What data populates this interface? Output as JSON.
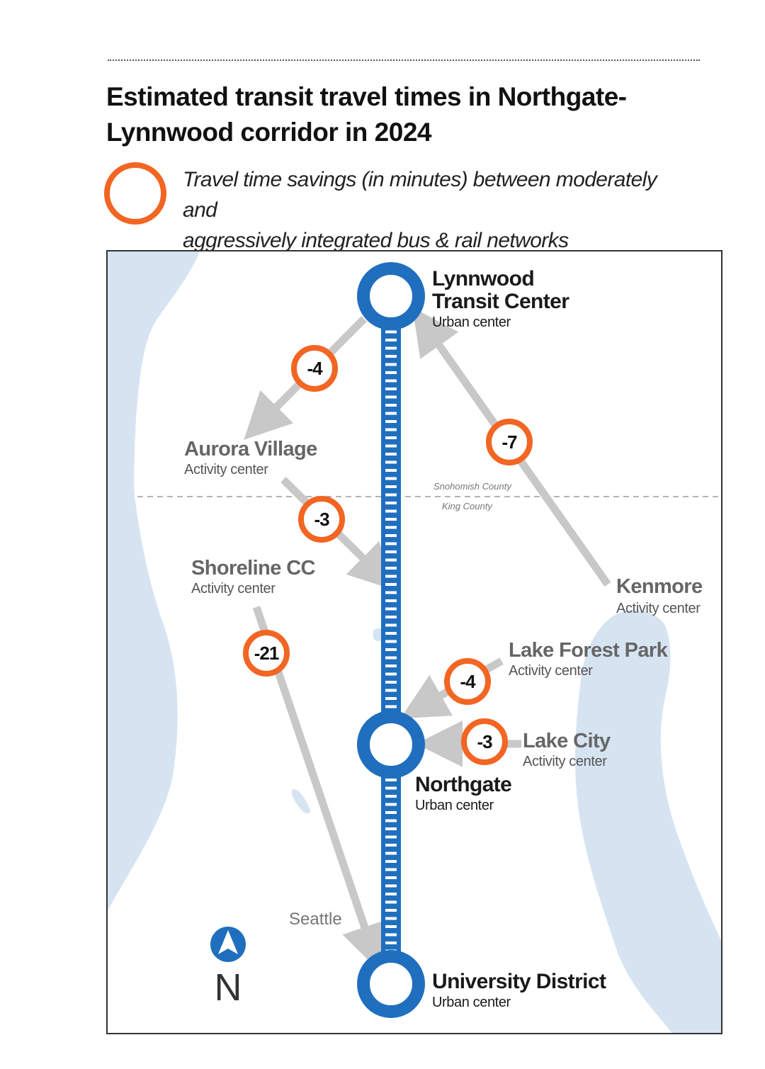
{
  "title_line1": "Estimated transit travel times in Northgate-",
  "title_line2": "Lynnwood corridor in 2024",
  "legend": {
    "line1": "Travel time savings (in minutes) between moderately and",
    "line2": "aggressively integrated bus & rail networks",
    "ring_color": "#f26522"
  },
  "colors": {
    "rail": "#1f6fbe",
    "water": "#d6e4f2",
    "badge": "#f26522",
    "connector": "#c8c8c8"
  },
  "stations": [
    {
      "name_line1": "Lynnwood",
      "name_line2": "Transit Center",
      "type": "Urban center"
    },
    {
      "name": "Northgate",
      "type": "Urban center"
    },
    {
      "name": "University District",
      "type": "Urban center"
    }
  ],
  "activity_centers": [
    {
      "name": "Aurora Village",
      "type": "Activity center"
    },
    {
      "name": "Shoreline CC",
      "type": "Activity center"
    },
    {
      "name": "Kenmore",
      "type": "Activity center"
    },
    {
      "name": "Lake Forest Park",
      "type": "Activity center"
    },
    {
      "name": "Lake City",
      "type": "Activity center"
    }
  ],
  "savings": [
    {
      "route": "Lynnwood Transit Center to Aurora Village",
      "minutes": "-4"
    },
    {
      "route": "Kenmore to Lynnwood Transit Center",
      "minutes": "-7"
    },
    {
      "route": "Aurora Village to Northgate corridor",
      "minutes": "-3"
    },
    {
      "route": "Shoreline CC to University District",
      "minutes": "-21"
    },
    {
      "route": "Lake Forest Park to Northgate",
      "minutes": "-4"
    },
    {
      "route": "Lake City to Northgate",
      "minutes": "-3"
    }
  ],
  "county_line": {
    "north": "Snohomish County",
    "south": "King County"
  },
  "city_label": "Seattle",
  "north_arrow": {
    "icon": "north-arrow-icon",
    "letter": "N"
  }
}
